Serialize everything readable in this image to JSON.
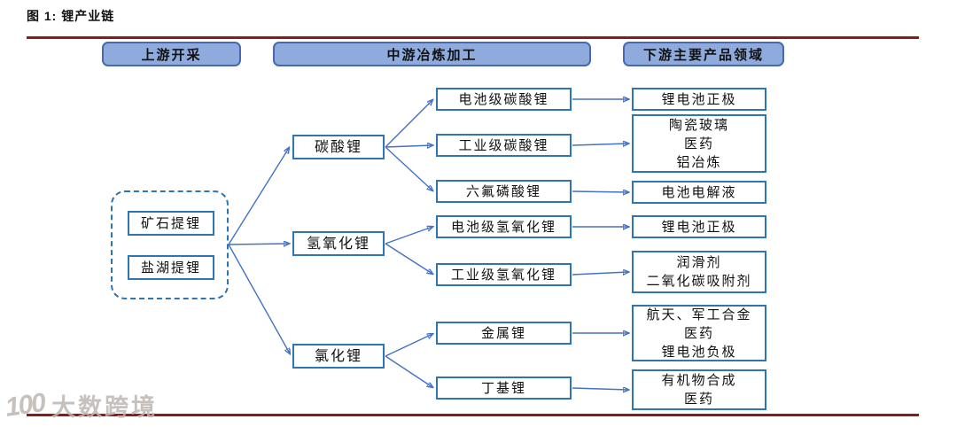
{
  "figure": {
    "title": "图 1: 锂产业链"
  },
  "headers": {
    "upstream": "上游开采",
    "midstream": "中游冶炼加工",
    "downstream": "下游主要产品领域"
  },
  "upstream": {
    "sources": [
      {
        "label": "矿石提锂"
      },
      {
        "label": "盐湖提锂"
      }
    ]
  },
  "midstream": {
    "primary": [
      {
        "label": "碳酸锂"
      },
      {
        "label": "氢氧化锂"
      },
      {
        "label": "氯化锂"
      }
    ],
    "products": [
      {
        "label": "电池级碳酸锂"
      },
      {
        "label": "工业级碳酸锂"
      },
      {
        "label": "六氟磷酸锂"
      },
      {
        "label": "电池级氢氧化锂"
      },
      {
        "label": "工业级氢氧化锂"
      },
      {
        "label": "金属锂"
      },
      {
        "label": "丁基锂"
      }
    ]
  },
  "downstream": {
    "applications": [
      {
        "label": "锂电池正极"
      },
      {
        "label": "陶瓷玻璃\n医药\n铝冶炼"
      },
      {
        "label": "电池电解液"
      },
      {
        "label": "锂电池正极"
      },
      {
        "label": "润滑剂\n二氧化碳吸附剂"
      },
      {
        "label": "航天、军工合金\n医药\n锂电池负极"
      },
      {
        "label": "有机物合成\n医药"
      }
    ]
  },
  "edges": [
    {
      "from": "上游开采",
      "to": "碳酸锂"
    },
    {
      "from": "上游开采",
      "to": "氢氧化锂"
    },
    {
      "from": "上游开采",
      "to": "氯化锂"
    },
    {
      "from": "碳酸锂",
      "to": "电池级碳酸锂"
    },
    {
      "from": "碳酸锂",
      "to": "工业级碳酸锂"
    },
    {
      "from": "碳酸锂",
      "to": "六氟磷酸锂"
    },
    {
      "from": "氢氧化锂",
      "to": "电池级氢氧化锂"
    },
    {
      "from": "氢氧化锂",
      "to": "工业级氢氧化锂"
    },
    {
      "from": "氯化锂",
      "to": "金属锂"
    },
    {
      "from": "氯化锂",
      "to": "丁基锂"
    },
    {
      "from": "电池级碳酸锂",
      "to": "锂电池正极"
    },
    {
      "from": "工业级碳酸锂",
      "to": "陶瓷玻璃/医药/铝冶炼"
    },
    {
      "from": "六氟磷酸锂",
      "to": "电池电解液"
    },
    {
      "from": "电池级氢氧化锂",
      "to": "锂电池正极"
    },
    {
      "from": "工业级氢氧化锂",
      "to": "润滑剂/二氧化碳吸附剂"
    },
    {
      "from": "金属锂",
      "to": "航天、军工合金/医药/锂电池负极"
    },
    {
      "from": "丁基锂",
      "to": "有机物合成/医药"
    }
  ],
  "watermark": {
    "logo": "100",
    "text": "大数跨境"
  },
  "colors": {
    "header_fill": "#8faadc",
    "header_border": "#4a68b0",
    "node_border": "#2e75b6",
    "arrow": "#4472c4",
    "rule": "#8b1a1a"
  }
}
